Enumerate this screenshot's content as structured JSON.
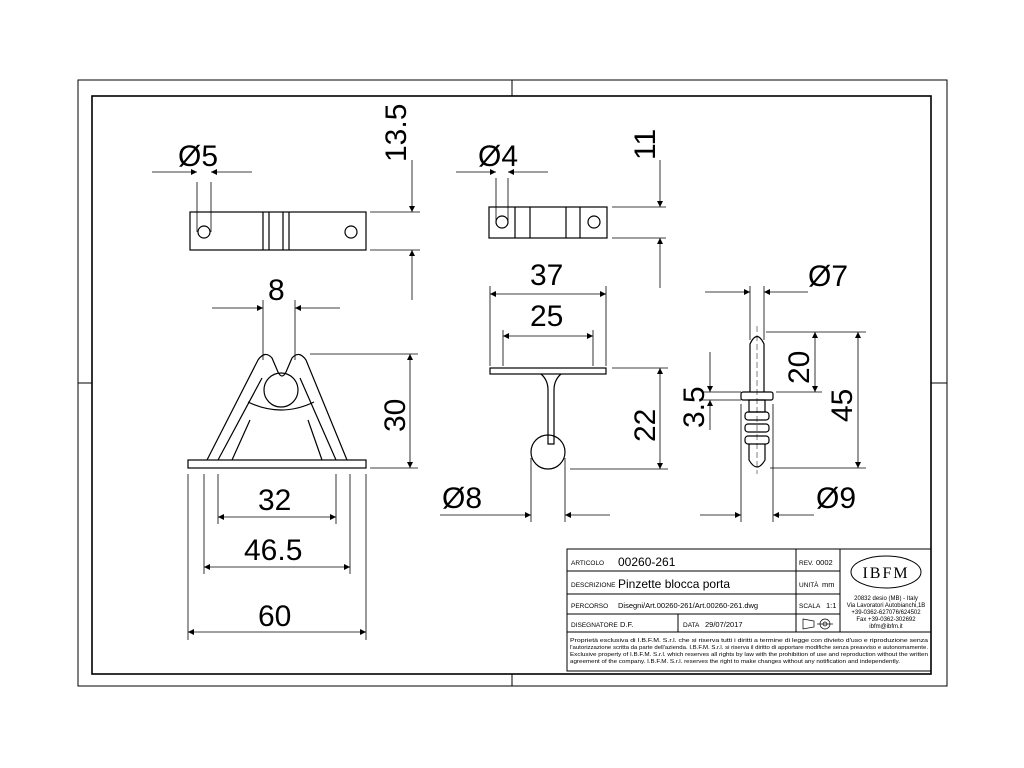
{
  "dimensions": {
    "top_left_hole": "Ø5",
    "top_left_height": "13.5",
    "top_mid_hole": "Ø4",
    "top_mid_height": "11",
    "front_gap": "8",
    "front_height": "30",
    "front_base_inner": "32",
    "front_base_mid": "46.5",
    "front_base_total": "60",
    "side_top_outer": "37",
    "side_top_inner": "25",
    "side_height": "22",
    "side_ball": "Ø8",
    "pin_diameter": "Ø7",
    "pin_upper": "20",
    "pin_total": "45",
    "pin_collar": "3.5",
    "pin_base": "Ø9"
  },
  "title_block": {
    "articolo_label": "ARTICOLO",
    "articolo_value": "00260-261",
    "rev_label": "REV.",
    "rev_value": "0002",
    "descrizione_label": "DESCRIZIONE",
    "descrizione_value": "Pinzette blocca porta",
    "unita_label": "UNITÀ",
    "unita_value": "mm",
    "percorso_label": "PERCORSO",
    "percorso_value": "Disegni/Art.00260-261/Art.00260-261.dwg",
    "scala_label": "SCALA",
    "scala_value": "1:1",
    "disegnatore_label": "DISEGNATORE",
    "disegnatore_value": "D.F.",
    "data_label": "DATA",
    "data_value": "29/07/2017",
    "logo_text": "IBFM",
    "address": [
      "20832 desio (MB) - Italy",
      "Via Lavoratori Autobianchi,1B",
      "+39-0362-627076/624502",
      "Fax +39-0362-302692",
      "ibfm@ibfm.it"
    ],
    "notes": [
      "Proprietà esclusiva di I.B.F.M. S.r.l. che si riserva tutti i diritti a termine di legge con divieto d'uso e riproduzione senza",
      "l'autorizzazione scritta da parte dell'azienda. I.B.F.M. S.r.l. si riserva il diritto di apportare modifiche senza preavviso e autonomamente.",
      "Exclusive property of I.B.F.M. S.r.l. which reserves all rights by law with the prohibition of use and reproduction without the written",
      "agreement of the company. I.B.F.M. S.r.l. reserves the right to make changes without any notification and independently."
    ]
  }
}
